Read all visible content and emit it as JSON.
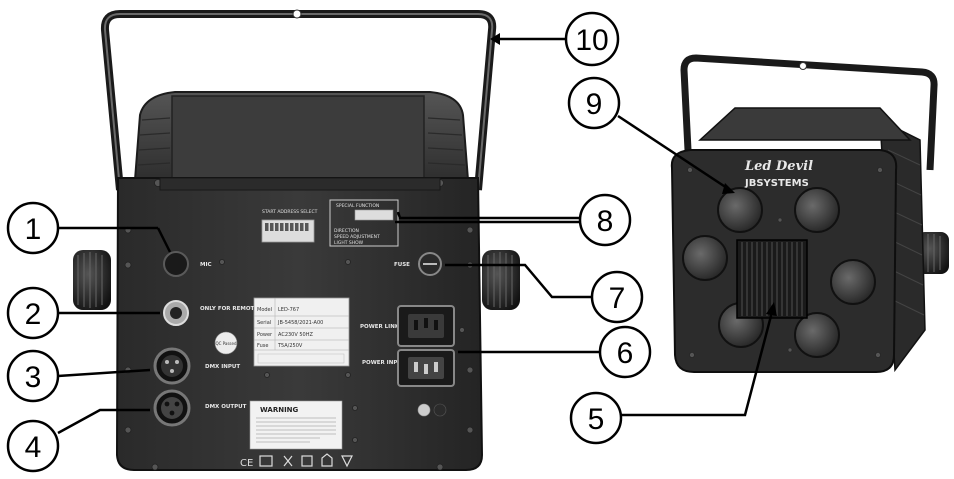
{
  "labels": {
    "mic": "MIC",
    "remote": "ONLY FOR REMOTE CONTROL",
    "dmx_input": "DMX INPUT",
    "dmx_output": "DMX OUTPUT",
    "fuse": "FUSE",
    "power_link": "POWER LINK OUTPUT",
    "power_input": "POWER INPUT",
    "start_address": "START ADDRESS SELECT",
    "special_function": "SPECIAL FUNCTION",
    "direction": "DIRECTION",
    "speed_adjustment": "SPEED ADJUSTMENT",
    "light_show": "LIGHT SHOW",
    "warning": "WARNING",
    "qc_sticker": "QC Passed",
    "brand_logo": "Led Devil",
    "brand_name": "JBSYSTEMS"
  },
  "nameplate": {
    "rows": [
      {
        "key": "Model",
        "value": "LED-767"
      },
      {
        "key": "Serial",
        "value": "JB-5458/2021-A00"
      },
      {
        "key": "Power",
        "value": "AC230V 50HZ"
      },
      {
        "key": "Fuse",
        "value": "T5A/250V"
      }
    ]
  },
  "callouts": [
    {
      "num": "1"
    },
    {
      "num": "2"
    },
    {
      "num": "3"
    },
    {
      "num": "4"
    },
    {
      "num": "5"
    },
    {
      "num": "6"
    },
    {
      "num": "7"
    },
    {
      "num": "8"
    },
    {
      "num": "9"
    },
    {
      "num": "10"
    }
  ]
}
